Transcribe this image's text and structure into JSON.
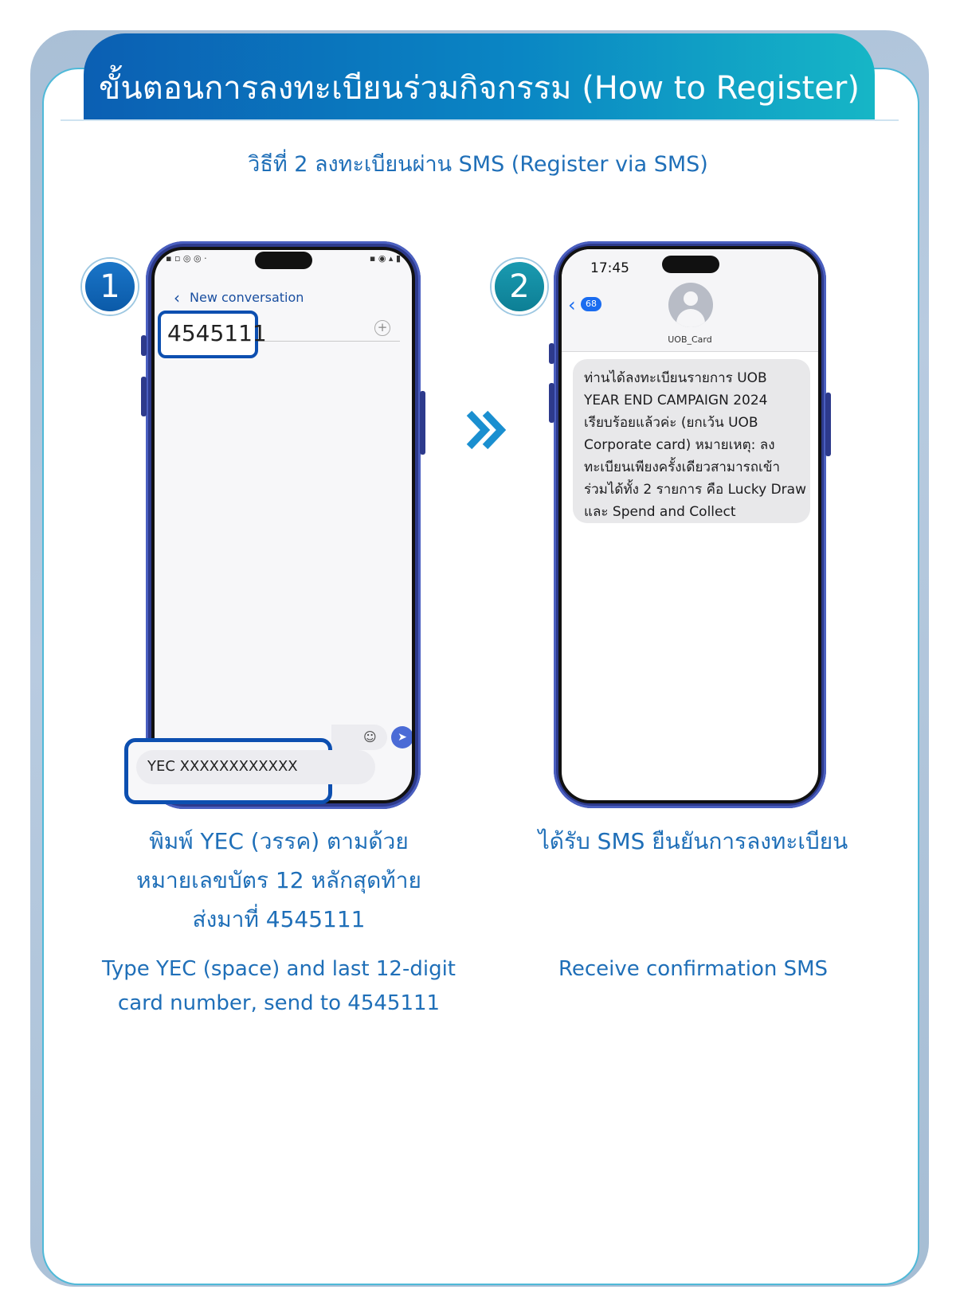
{
  "header": {
    "title": "ขั้นตอนการลงทะเบียนร่วมกิจกรรม (How to Register)",
    "subtitle": "วิธีที่ 2 ลงทะเบียนผ่าน SMS (Register via SMS)"
  },
  "steps": [
    {
      "number": "1",
      "phone": {
        "screen_title": "New conversation",
        "recipient": "4545111",
        "message_text": "YEC XXXXXXXXXXXX"
      },
      "caption_th": "พิมพ์ YEC (วรรค) ตามด้วย\nหมายเลขบัตร 12 หลักสุดท้าย\nส่งมาที่ 4545111",
      "caption_en": "Type YEC (space) and last 12-digit\ncard number, send to 4545111"
    },
    {
      "number": "2",
      "phone": {
        "time": "17:45",
        "unread_count": "68",
        "contact": "UOB_Card",
        "message": "ท่านได้ลงทะเบียนรายการ UOB\nYEAR END CAMPAIGN 2024\nเรียบร้อยแล้วค่ะ (ยกเว้น UOB\nCorporate card) หมายเหตุ: ลง\nทะเบียนเพียงครั้งเดียวสามารถเข้า\nร่วมได้ทั้ง 2 รายการ คือ Lucky Draw\nและ Spend and Collect"
      },
      "caption_th": "ได้รับ  SMS ยืนยันการลงทะเบียน",
      "caption_en": "Receive confirmation SMS"
    }
  ],
  "colors": {
    "primary_blue": "#0b5fb3",
    "teal": "#16b6c6",
    "text_blue": "#1f6fb8",
    "highlight_border": "#0d4fb0"
  }
}
